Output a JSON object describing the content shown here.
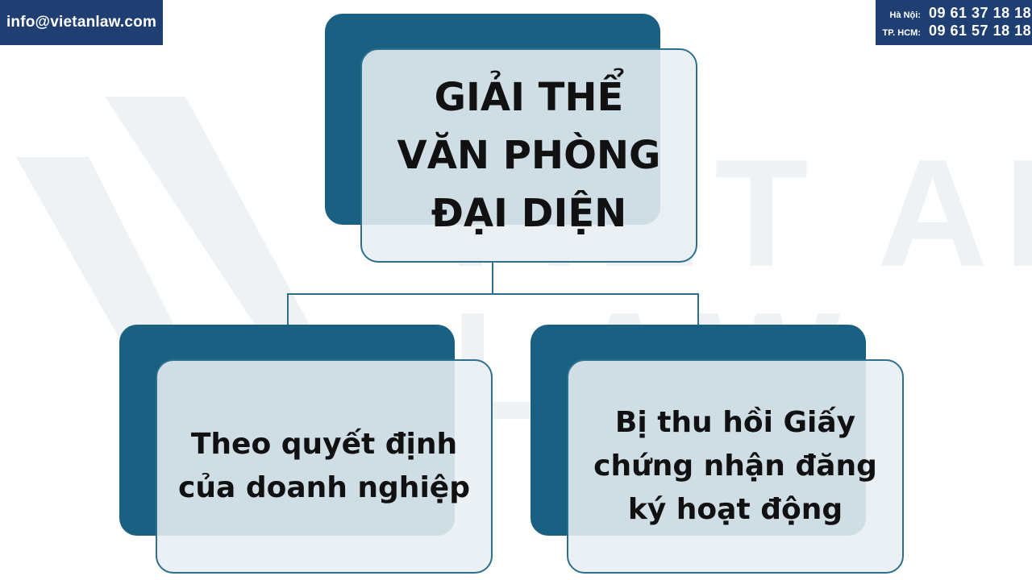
{
  "header": {
    "email": "info@vietanlaw.com",
    "phones": [
      {
        "label": "Hà Nội:",
        "number": "09 61 37 18 18"
      },
      {
        "label": "TP. HCM:",
        "number": "09 61 57 18 18"
      }
    ]
  },
  "watermark": {
    "line1": "VIET AN",
    "line2": "LAW"
  },
  "diagram": {
    "root": {
      "lines": [
        "GIẢI THỂ",
        "VĂN PHÒNG",
        "ĐẠI DIỆN"
      ]
    },
    "children": [
      {
        "lines": [
          "Theo quyết định",
          "của doanh nghiệp"
        ]
      },
      {
        "lines": [
          "Bị thu hồi Giấy",
          "chứng nhận đăng",
          "ký hoạt động"
        ]
      }
    ]
  },
  "colors": {
    "brand_navy": "#1f3f73",
    "card_back": "#1a6082",
    "card_border": "#2f6f8e",
    "card_fill": "#e8eef3"
  }
}
